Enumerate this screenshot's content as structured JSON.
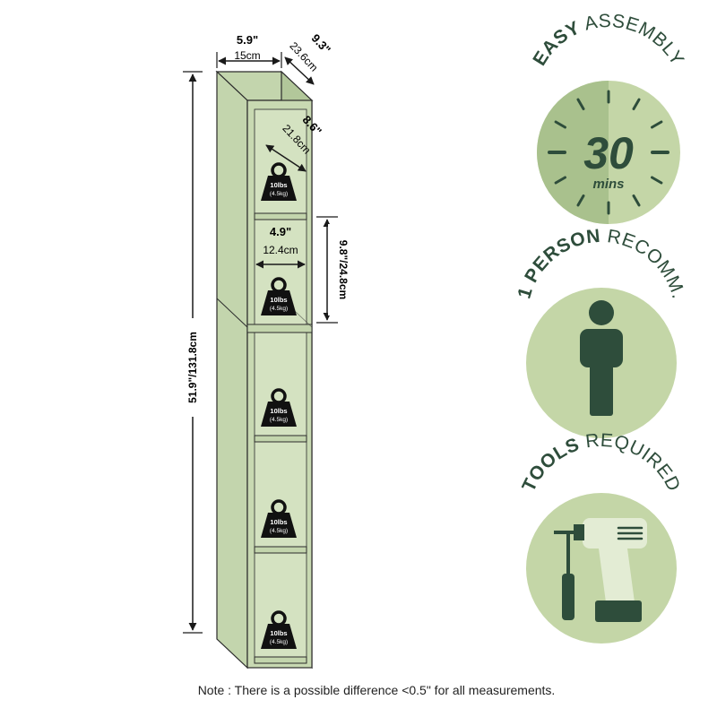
{
  "colors": {
    "shelf_fill": "#c3d5ad",
    "shelf_outline": "#2b2b2b",
    "badge_light": "#c4d6a7",
    "badge_dark": "#2e4d3b",
    "badge_mid": "#a9c18d",
    "weight_icon": "#111111"
  },
  "dimensions": {
    "width_in": "5.9\"",
    "width_cm": "15cm",
    "depth_in": "9.3\"",
    "depth_cm": "23.6cm",
    "height": "51.9\"/131.8cm",
    "cube_depth_in": "8.6\"",
    "cube_depth_cm": "21.8cm",
    "cube_width_in": "4.9\"",
    "cube_width_cm": "12.4cm",
    "cube_height": "9.8\"/24.8cm"
  },
  "weight_capacity": {
    "line1": "10lbs",
    "line2": "(4.5kg)"
  },
  "badges": {
    "assembly": {
      "bold": "EASY",
      "rest": " ASSEMBLY",
      "number": "30",
      "unit": "mins",
      "icon": "clock-icon"
    },
    "person": {
      "bold": "1 PERSON",
      "rest": " RECOMM.",
      "icon": "person-icon"
    },
    "tools": {
      "bold": "TOOLS",
      "rest": " REQUIRED",
      "icon": "drill-screwdriver-icon"
    }
  },
  "note": "Note : There is a possible difference <0.5\" for all measurements."
}
